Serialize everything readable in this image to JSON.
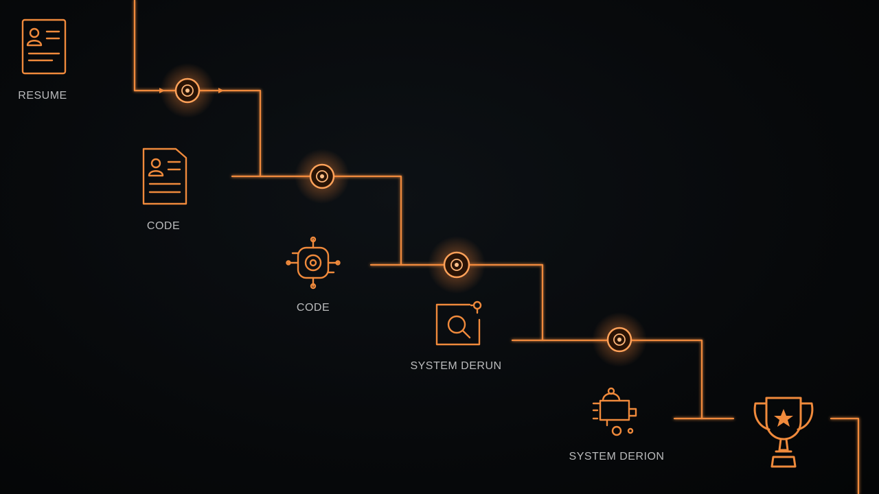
{
  "colors": {
    "background": "#06080a",
    "accent": "#f08a3c",
    "glow": "#ff9a4a",
    "label": "#d9dadb"
  },
  "steps": [
    {
      "label": "RESUME",
      "icon": "resume-icon"
    },
    {
      "label": "CODE",
      "icon": "resume-icon"
    },
    {
      "label": "CODE",
      "icon": "gear-target-icon"
    },
    {
      "label": "SYSTEM DERUN",
      "icon": "search-window-icon"
    },
    {
      "label": "SYSTEM DERION",
      "icon": "cart-icon"
    },
    {
      "label": "",
      "icon": "trophy-icon"
    }
  ],
  "nodes": [
    {
      "name": "node-1"
    },
    {
      "name": "node-2"
    },
    {
      "name": "node-3"
    },
    {
      "name": "node-4"
    }
  ]
}
